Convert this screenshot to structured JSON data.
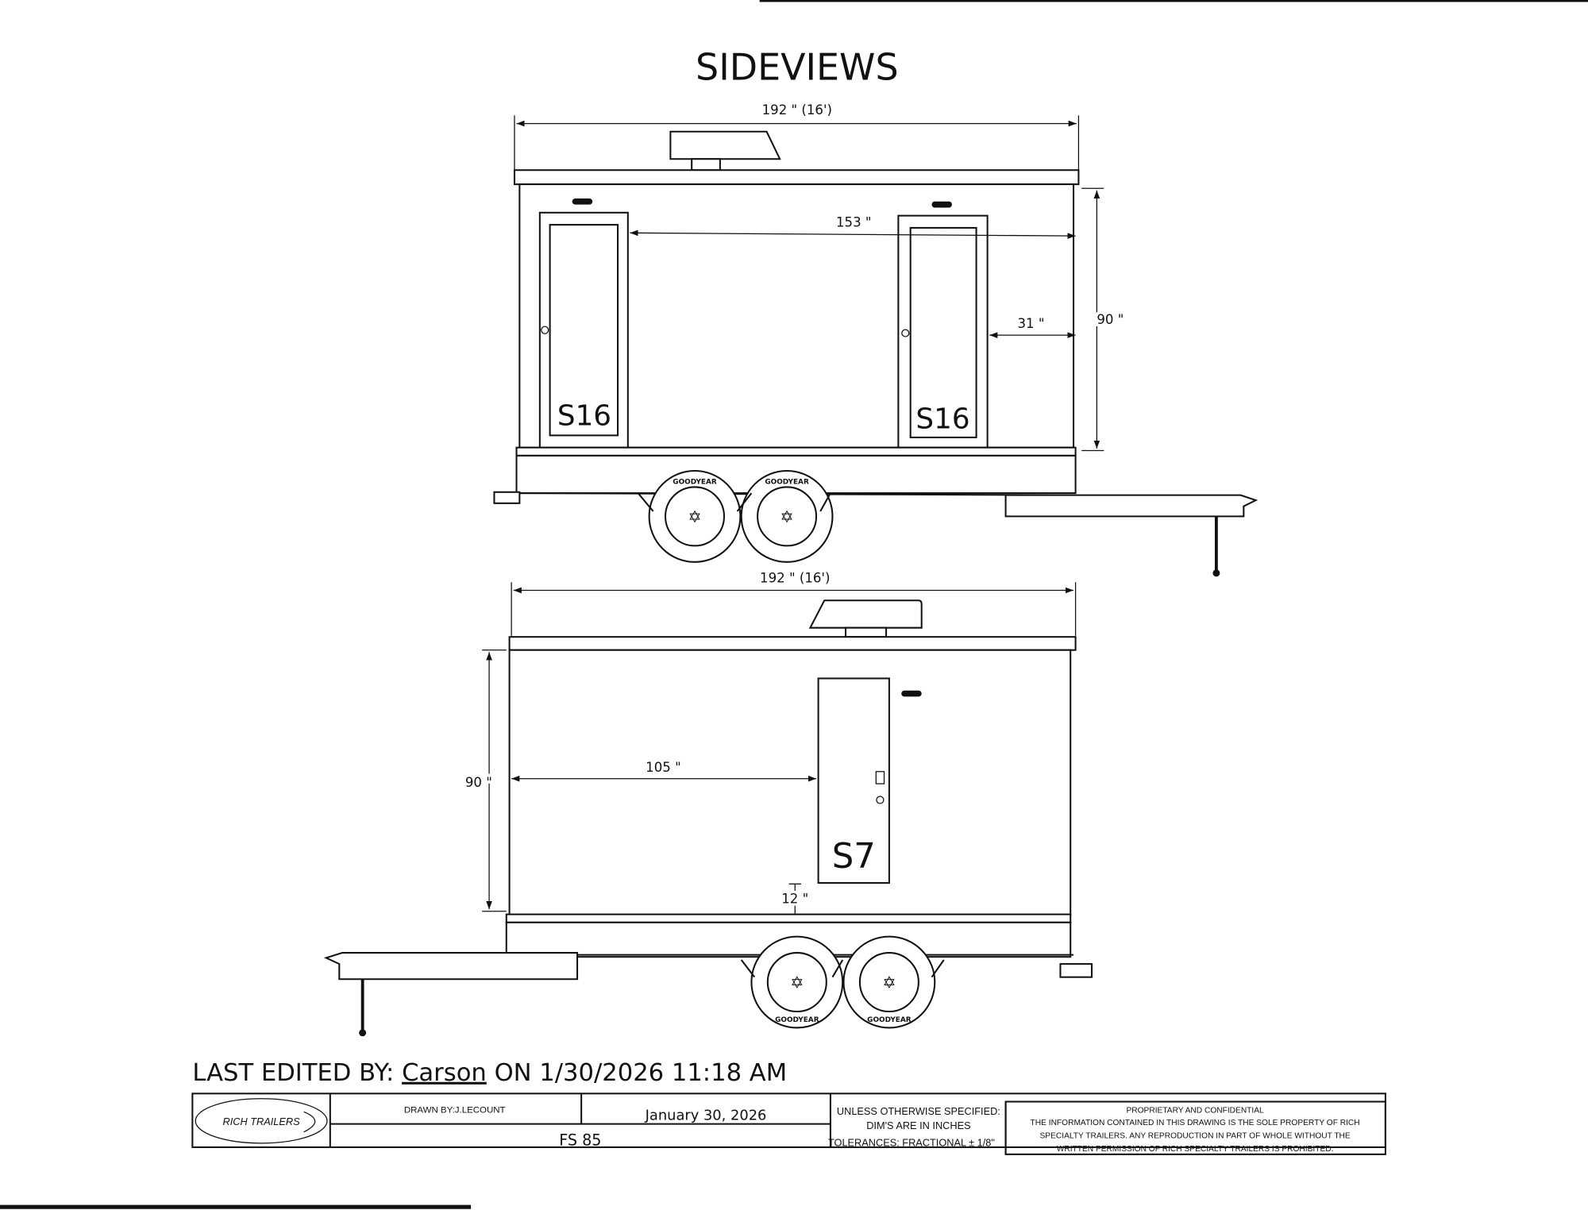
{
  "title": "SIDEVIEWS",
  "view_top": {
    "overall_length": "192 \" (16')",
    "door_spacing": "153 \"",
    "end_offset": "31 \"",
    "height": "90 \"",
    "door_labels": [
      "S16",
      "S16"
    ],
    "tire_brand": "GOODYEAR"
  },
  "view_bottom": {
    "overall_length": "192 \" (16')",
    "door_offset": "105 \"",
    "height": "90 \"",
    "door_step": "12 \"",
    "door_label": "S7",
    "tire_brand": "GOODYEAR"
  },
  "last_edited": {
    "prefix": "LAST EDITED BY:",
    "user": "Carson",
    "on": "ON 1/30/2026 11:18 AM"
  },
  "title_block": {
    "logo_text": "RICH TRAILERS",
    "drawn_by": "DRAWN BY:J.LECOUNT",
    "date": "January 30, 2026",
    "drawing_number": "FS 85",
    "spec_lines": [
      "UNLESS OTHERWISE SPECIFIED:",
      "DIM'S ARE IN INCHES",
      "TOLERANCES: FRACTIONAL ± 1/8\""
    ],
    "proprietary_lines": [
      "PROPRIETARY AND CONFIDENTIAL",
      "THE INFORMATION CONTAINED IN THIS DRAWING IS THE SOLE PROPERTY OF RICH",
      "SPECIALTY TRAILERS. ANY REPRODUCTION IN PART OF WHOLE WITHOUT THE",
      "WRITTEN PERMISSION OF RICH SPECIALTY TRAILERS IS PROHIBITED."
    ]
  }
}
